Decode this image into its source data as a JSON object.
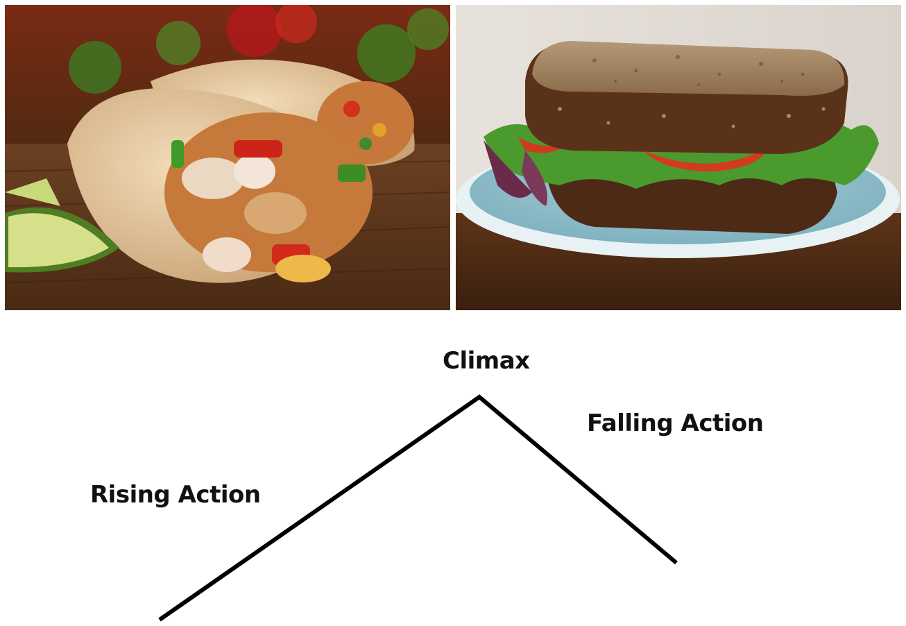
{
  "images": {
    "left": {
      "subject": "burrito-photo"
    },
    "right": {
      "subject": "sandwich-photo"
    }
  },
  "diagram": {
    "labels": {
      "climax": "Climax",
      "falling_action": "Falling Action",
      "rising_action": "Rising Action"
    },
    "line_color": "#000000"
  }
}
